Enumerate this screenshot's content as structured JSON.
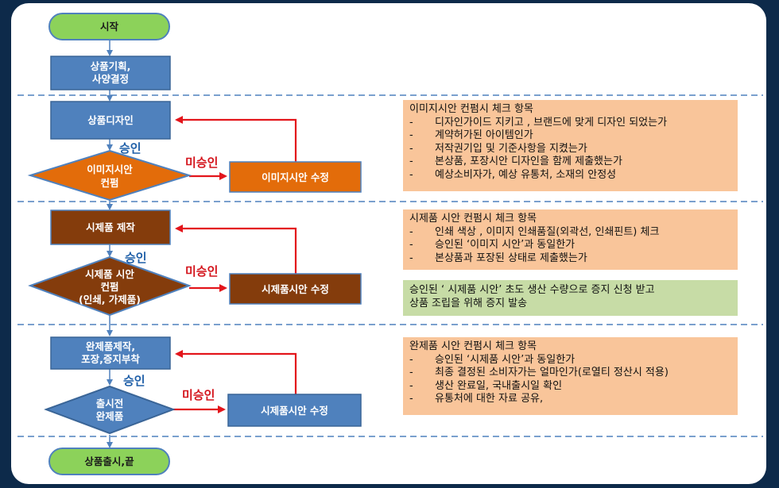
{
  "flow": {
    "start": "시작",
    "planning": [
      "상품기획,",
      "사양결정"
    ],
    "design": "상품디자인",
    "image_confirm": [
      "이미지시안",
      "컨펌"
    ],
    "image_fix": "이미지시안 수정",
    "sample_make": "시제품 제작",
    "sample_confirm": [
      "시제품 시안",
      "컨펌",
      "(인쇄, 가제품)"
    ],
    "sample_fix_1": "시제품시안 수정",
    "final_make": [
      "완제품제작,",
      "포장,증지부착"
    ],
    "release_check": [
      "출시전",
      "완제품"
    ],
    "sample_fix_2": "시제품시안 수정",
    "end": "상품출시,끝",
    "approve_label": "승인",
    "reject_label": "미승인"
  },
  "notes": {
    "image_check": {
      "title": "이미지시안 컨펌시 체크 항목",
      "items": [
        "디자인가이드 지키고 , 브랜드에 맞게 디자인 되었는가",
        "계약허가된  아이템인가",
        "저작권기입 및 기준사항을 지켰는가",
        "본상품, 포장시안 디자인을 함께 제출했는가",
        "예상소비자가, 예상 유통처, 소재의 안정성"
      ]
    },
    "sample_check": {
      "title": "시제품 시안 컨펌시 체크 항목",
      "items": [
        "인쇄 색상 , 이미지 인쇄품질(외곽선, 인쇄핀트) 체크",
        "승인된 ‘이미지 시안’과 동일한가",
        "본상품과 포장된 상태로 제출했는가"
      ]
    },
    "certificate": {
      "lines": [
        "승인된 ‘ 시제품 시안’ 초도 생산 수량으로 증지 신청 받고",
        "상품 조립을 위해 증지 발송"
      ]
    },
    "final_check": {
      "title": "완제품 시안 컨펌시 체크 항목",
      "items": [
        "승인된 ‘시제품 시안’과 동일한가",
        "최종 결정된 소비자가는 얼마인가(로열티 정산시 적용)",
        "생산 완료일, 국내출시일 확인",
        "유통처에 대한 자료 공유,"
      ]
    }
  },
  "colors": {
    "start_end": "#8cd25a",
    "blue_box": "#4f81bd",
    "orange": "#e36c0a",
    "brown": "#843c0c",
    "connector": "#e3151b",
    "divider": "#4f81bd"
  }
}
